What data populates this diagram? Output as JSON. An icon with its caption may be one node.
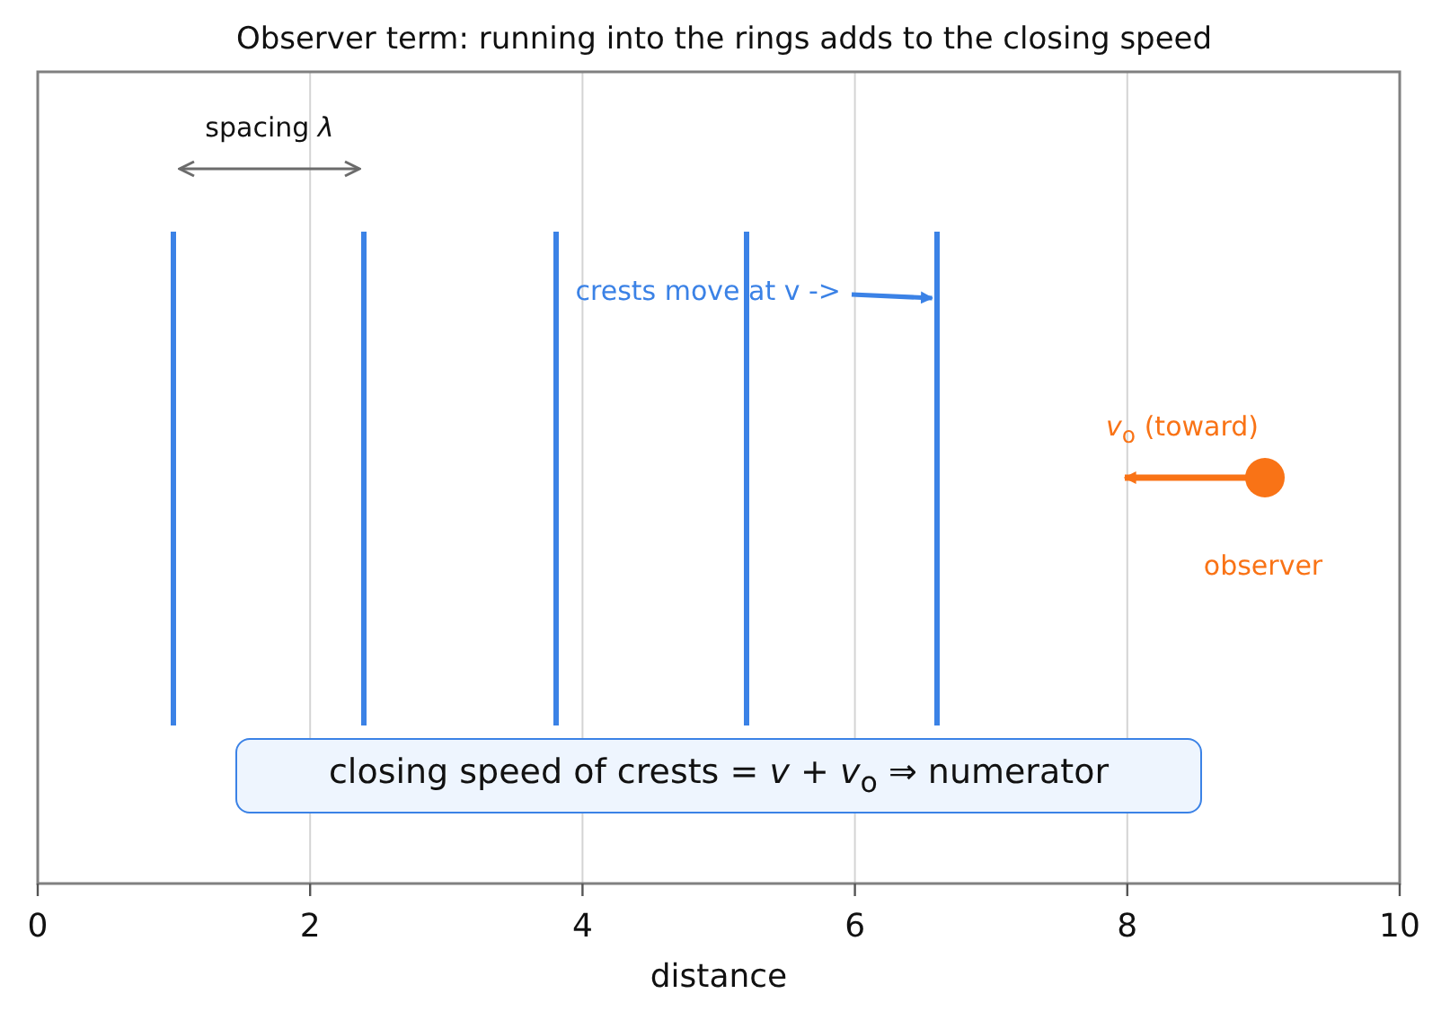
{
  "diagram": {
    "title": "Observer term: running into the rings adds to the closing speed",
    "nodes": [
      {
        "text": [],
        "shape": "bar"
      },
      {
        "text": [],
        "shape": "bar"
      },
      {
        "text": [],
        "shape": "bar"
      },
      {
        "text": [],
        "shape": "bar"
      },
      {
        "text": [],
        "shape": "bar"
      },
      {
        "text": [
          "crests move at v ->"
        ]
      },
      {
        "text": [
          "closing speed of crests = *v* + *v*$_{o}$ ⇒ numerator"
        ]
      }
    ],
    "edges": [
      {
        "from": 5,
        "to": 4,
        "arrow": "to"
      }
    ],
    "labels": [
      "spacing *λ*",
      "*v*$_{o}$ (toward)",
      "observer",
      "0",
      "2",
      "4",
      "6",
      "8",
      "10",
      "distance"
    ]
  }
}
